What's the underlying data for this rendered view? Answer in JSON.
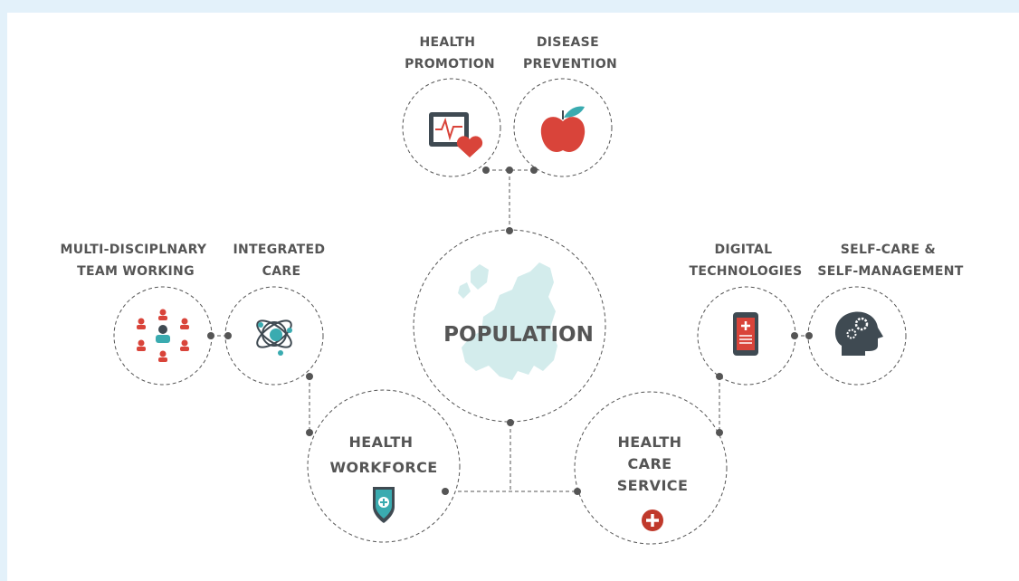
{
  "nodes": {
    "population": {
      "label": "POPULATION"
    },
    "health_promotion": {
      "lines": [
        "HEALTH",
        "PROMOTION"
      ]
    },
    "disease_prevention": {
      "lines": [
        "DISEASE",
        "PREVENTION"
      ]
    },
    "multidisciplinary": {
      "lines": [
        "MULTI-DISCIPLNARY",
        "TEAM WORKING"
      ]
    },
    "integrated_care": {
      "lines": [
        "INTEGRATED",
        "CARE"
      ]
    },
    "digital_technologies": {
      "lines": [
        "DIGITAL",
        "TECHNOLOGIES"
      ]
    },
    "self_care": {
      "lines": [
        "SELF-CARE &",
        "SELF-MANAGEMENT"
      ]
    },
    "health_workforce": {
      "lines": [
        "HEALTH",
        "WORKFORCE"
      ]
    },
    "health_care_service": {
      "lines": [
        "HEALTH",
        "CARE",
        "SERVICE"
      ]
    }
  },
  "colors": {
    "red": "#d9443a",
    "teal": "#3aabb0",
    "dark": "#3f4a52",
    "text": "#555555",
    "map": "#d3ecec"
  },
  "icons": {
    "health_promotion": "heart-monitor-icon",
    "disease_prevention": "apple-icon",
    "multidisciplinary": "team-people-icon",
    "integrated_care": "atom-icon",
    "digital_technologies": "mobile-health-icon",
    "self_care": "head-gears-icon",
    "health_workforce": "shield-cross-icon",
    "health_care_service": "medical-cross-icon",
    "population": "europe-map-icon"
  }
}
